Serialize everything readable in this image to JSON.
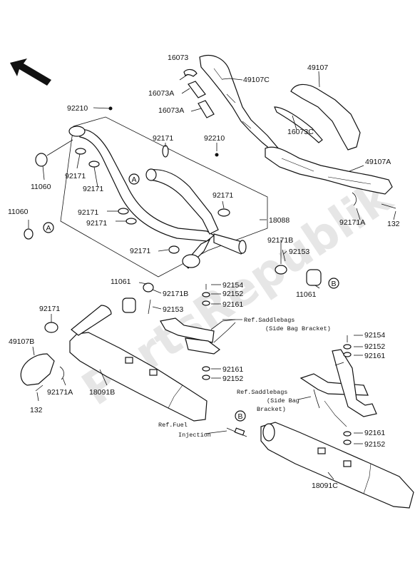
{
  "watermark": "PartsRepublik",
  "labels": [
    {
      "id": "l1",
      "text": "16073"
    },
    {
      "id": "l2",
      "text": "49107C"
    },
    {
      "id": "l3",
      "text": "16073A"
    },
    {
      "id": "l4",
      "text": "16073A"
    },
    {
      "id": "l5",
      "text": "49107"
    },
    {
      "id": "l6",
      "text": "16073C"
    },
    {
      "id": "l7",
      "text": "92210"
    },
    {
      "id": "l8",
      "text": "92171"
    },
    {
      "id": "l9",
      "text": "92210"
    },
    {
      "id": "l10",
      "text": "49107A"
    },
    {
      "id": "l11",
      "text": "11060"
    },
    {
      "id": "l12",
      "text": "92171"
    },
    {
      "id": "l13",
      "text": "92171"
    },
    {
      "id": "l14",
      "text": "11060"
    },
    {
      "id": "l15",
      "text": "92171"
    },
    {
      "id": "l16",
      "text": "92171"
    },
    {
      "id": "l17",
      "text": "92171"
    },
    {
      "id": "l18",
      "text": "18088"
    },
    {
      "id": "l19",
      "text": "92171A"
    },
    {
      "id": "l20",
      "text": "132"
    },
    {
      "id": "l21",
      "text": "92171B"
    },
    {
      "id": "l22",
      "text": "92171"
    },
    {
      "id": "l23",
      "text": "92153"
    },
    {
      "id": "l24",
      "text": "11061"
    },
    {
      "id": "l25",
      "text": "92154"
    },
    {
      "id": "l26",
      "text": "92171B"
    },
    {
      "id": "l27",
      "text": "92152"
    },
    {
      "id": "l28",
      "text": "92153"
    },
    {
      "id": "l29",
      "text": "92161"
    },
    {
      "id": "l30",
      "text": "11061"
    },
    {
      "id": "l31",
      "text": "92171"
    },
    {
      "id": "l32",
      "text": "49107B"
    },
    {
      "id": "l33",
      "text": "92154"
    },
    {
      "id": "l34",
      "text": "92152"
    },
    {
      "id": "l35",
      "text": "92161"
    },
    {
      "id": "l36",
      "text": "92161"
    },
    {
      "id": "l37",
      "text": "92152"
    },
    {
      "id": "l38",
      "text": "18091B"
    },
    {
      "id": "l39",
      "text": "92171A"
    },
    {
      "id": "l40",
      "text": "132"
    },
    {
      "id": "l41",
      "text": "92161"
    },
    {
      "id": "l42",
      "text": "92152"
    },
    {
      "id": "l43",
      "text": "18091C"
    }
  ],
  "references": [
    {
      "id": "r1",
      "lines": [
        "Ref.Saddlebags",
        "(Side Bag Bracket)"
      ]
    },
    {
      "id": "r2",
      "lines": [
        "Ref.Saddlebags",
        "(Side Bag",
        "Bracket)"
      ]
    },
    {
      "id": "r3",
      "lines": [
        "Ref.Fuel",
        "Injection"
      ]
    }
  ],
  "markers": [
    "A",
    "A",
    "B",
    "B"
  ]
}
